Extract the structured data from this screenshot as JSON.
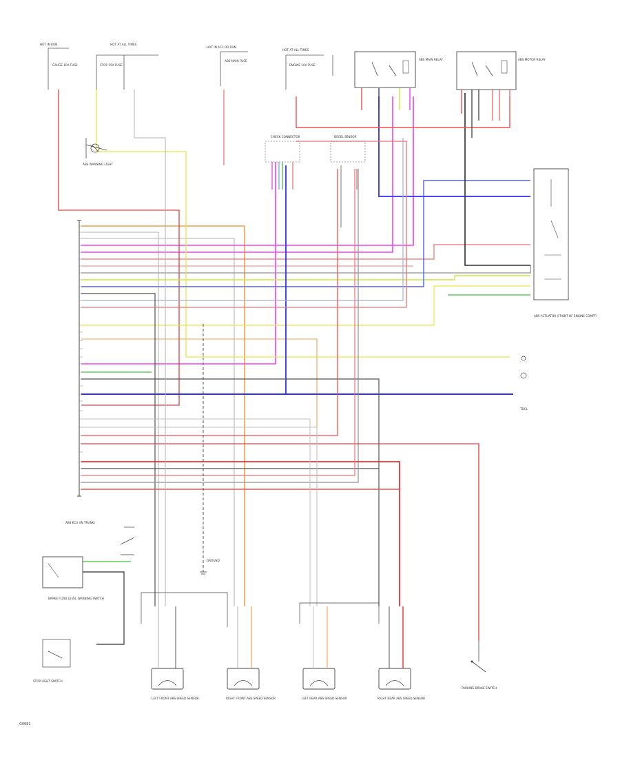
{
  "diagram_code": "G0081",
  "labels": {
    "hot_in_run": "HOT IN RUN",
    "hot_at_all_times_1": "HOT AT ALL TIMES",
    "hot_in_acc_run": "HOT IN ACC OR RUN",
    "hot_at_all_times_2": "HOT AT ALL TIMES",
    "fuse_gauge": "GAUGE 10A FUSE",
    "fuse_stop": "STOP 15A FUSE",
    "fuse_abs_main": "ABS MAIN FUSE",
    "fuse_engine": "ENGINE 10A FUSE",
    "main_relay": "ABS MAIN RELAY",
    "motor_relay": "ABS MOTOR RELAY",
    "stop_switch": "STOP LIGHT SWITCH",
    "abs_warning": "ABS WARNING LIGHT",
    "ecu": "ABS ECU (IN TRUNK)",
    "actuator": "ABS ACTUATOR (FRONT OF ENGINE COMPT)",
    "check_connector": "CHECK CONNECTOR",
    "tdcl": "TDCL",
    "speed_sensor_lf": "LEFT FRONT ABS SPEED SENSOR",
    "speed_sensor_rf": "RIGHT FRONT ABS SPEED SENSOR",
    "speed_sensor_lr": "LEFT REAR ABS SPEED SENSOR",
    "speed_sensor_rr": "RIGHT REAR ABS SPEED SENSOR",
    "brake_fluid_switch": "BRAKE FLUID LEVEL WARNING SWITCH",
    "parking_brake": "PARKING BRAKE SWITCH",
    "g_sensor": "DECEL SENSOR",
    "ground": "GROUND"
  },
  "wire_colors": {
    "red": "#f05050",
    "pink": "#f07070",
    "magenta": "#f040f0",
    "blue": "#3030f0",
    "yellow": "#e8e840",
    "orange": "#f0a050",
    "green": "#40c040",
    "black": "#404040",
    "gray": "#909090",
    "lightblue": "#80a0d0"
  }
}
